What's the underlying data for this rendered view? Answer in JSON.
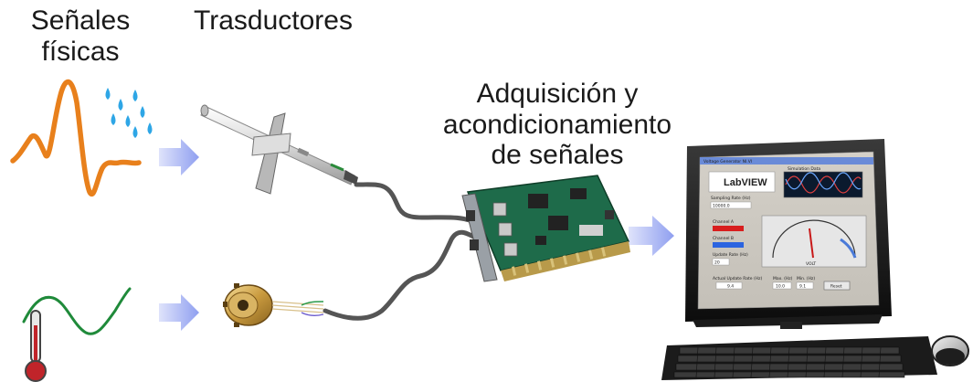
{
  "labels": {
    "signals_line1": "Señales",
    "signals_line2": "físicas",
    "transducers": "Trasductores",
    "daq_line1": "Adquisición y",
    "daq_line2": "acondicionamiento",
    "daq_line3": "de señales"
  },
  "screen": {
    "window_title": "Voltage Generator NI.VI",
    "logo": "LabVIEW",
    "chart_title": "Simulation Data",
    "sampling_rate_label": "Sampling Rate (Hz)",
    "sampling_rate_value": "10000.0",
    "channel_a_label": "Channel A",
    "channel_b_label": "Channel B",
    "update_rate_label": "Update Rate (Hz)",
    "update_rate_value": "20",
    "meter_unit": "VOLT",
    "actual_update_label": "Actual Update Rate (Hz)",
    "actual_update_value": "9.4",
    "max_label": "Max. (Hz)",
    "max_value": "10.0",
    "min_label": "Min. (Hz)",
    "min_value": "9.1",
    "reset_label": "Reset"
  },
  "colors": {
    "signal_orange": "#e8801c",
    "signal_green": "#1f8a3a",
    "arrow_blue": "#8f9ff0",
    "drop_blue": "#2ea6e6",
    "thermo_red": "#c0242a",
    "board_green": "#1e6b4a"
  }
}
